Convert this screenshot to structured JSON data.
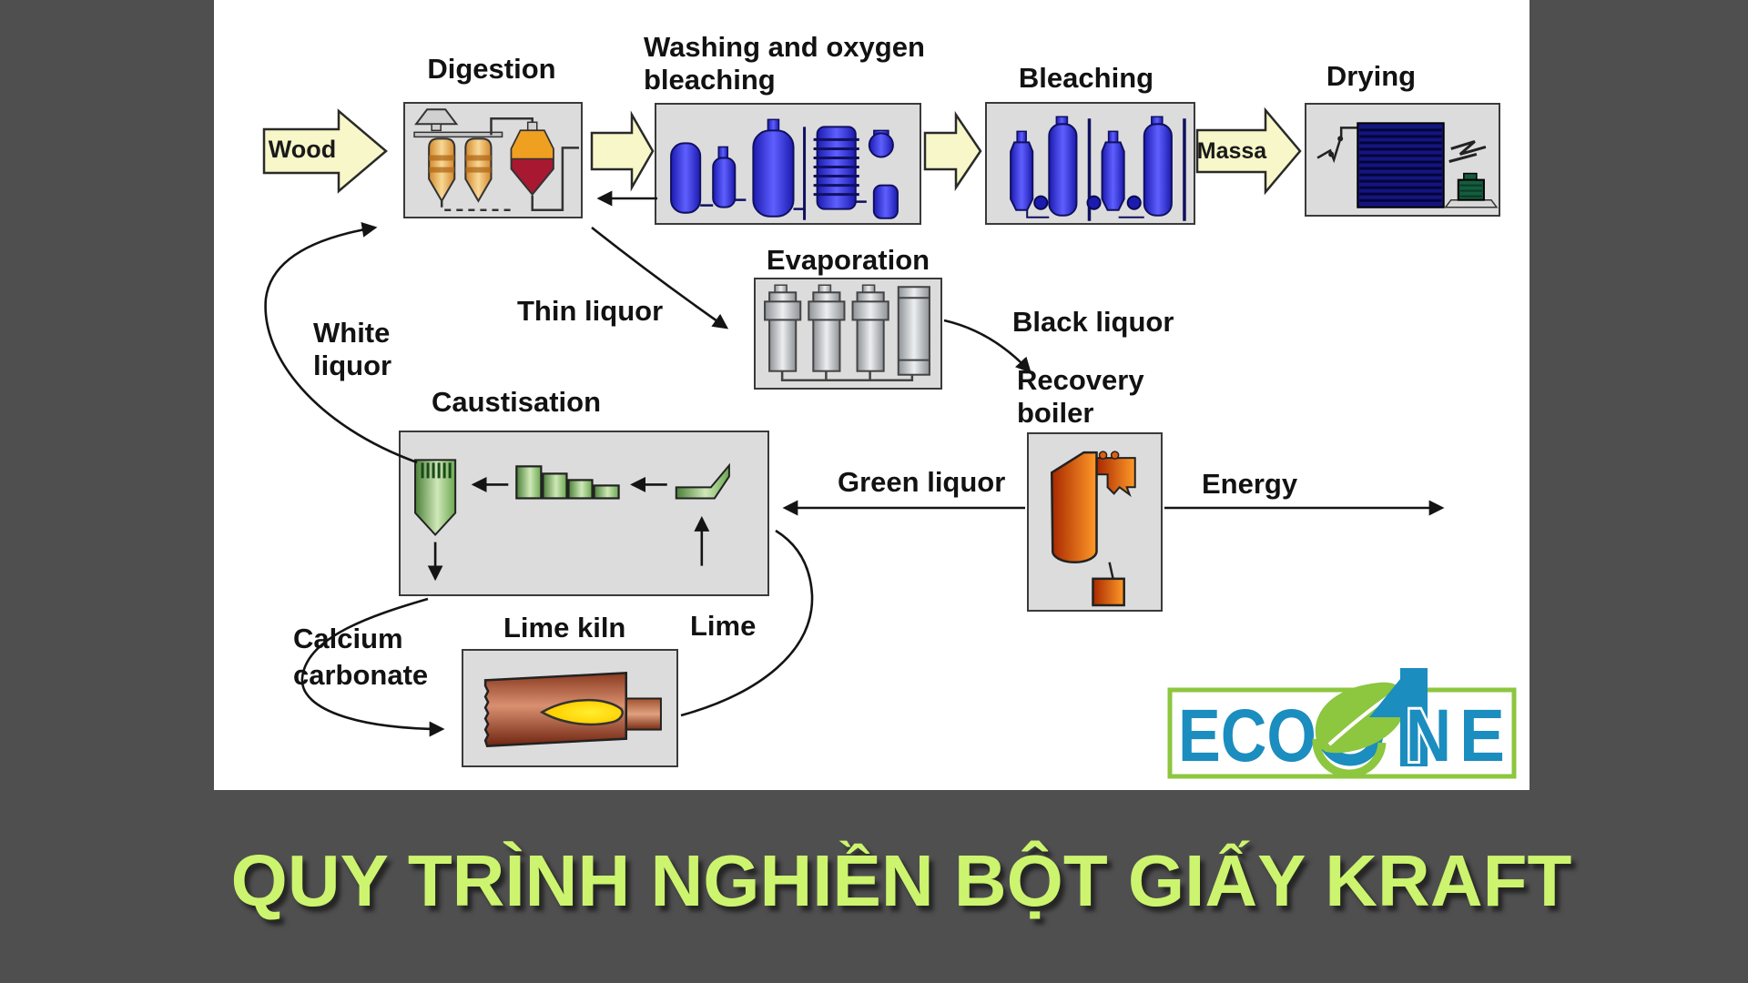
{
  "page": {
    "background": "#4f4f50",
    "panel_background": "#ffffff"
  },
  "title": {
    "text": "QUY TRÌNH NGHIỀN BỘT GIẤY KRAFT",
    "color": "#cdf46e"
  },
  "diagram": {
    "stage_labels": {
      "digestion": "Digestion",
      "washing_line1": "Washing and oxygen",
      "washing_line2": "bleaching",
      "bleaching": "Bleaching",
      "drying": "Drying",
      "evaporation": "Evaporation",
      "recovery_line1": "Recovery",
      "recovery_line2": "boiler",
      "caustisation": "Caustisation",
      "lime_kiln": "Lime kiln"
    },
    "flow_labels": {
      "wood": "Wood",
      "massa": "Massa",
      "thin_liquor": "Thin liquor",
      "black_liquor": "Black liquor",
      "green_liquor": "Green liquor",
      "white_liquor_line1": "White",
      "white_liquor_line2": "liquor",
      "energy": "Energy",
      "calcium_line1": "Calcium",
      "calcium_line2": "carbonate",
      "lime": "Lime"
    },
    "colors": {
      "stage_box_fill": "#dcdcdc",
      "block_arrow_fill": "#f8f7c9",
      "vessel_blue": "#2525c8",
      "vessel_orange": "#f0a020",
      "vessel_green": "#6aa84f",
      "boiler_orange": "#e06010",
      "kiln_brown": "#b05a38",
      "connector_black": "#141414"
    }
  },
  "logo": {
    "part_eco": "ECO",
    "part_n": "N",
    "part_e": "E",
    "blue": "#1b8dbf",
    "green": "#8dc63f"
  }
}
